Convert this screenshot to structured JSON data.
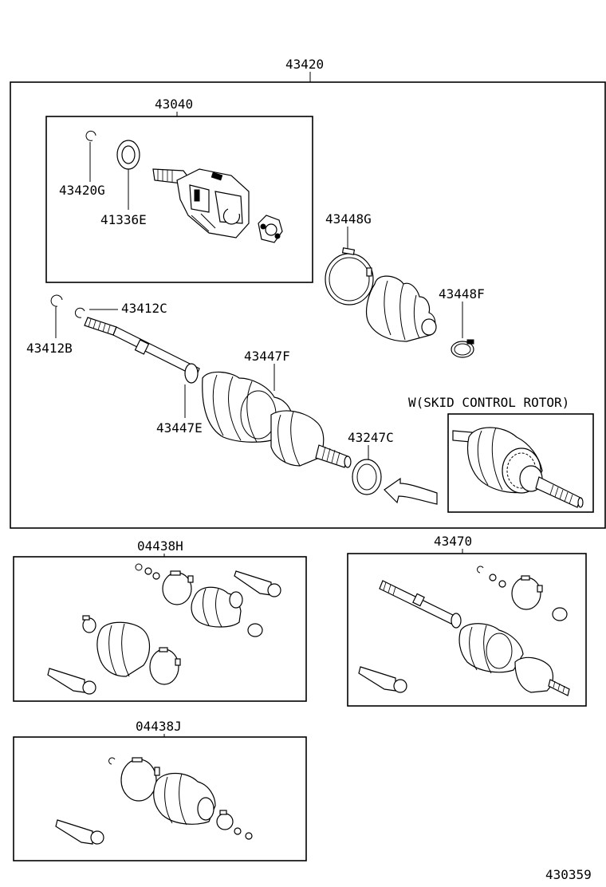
{
  "labels": {
    "assembly": "43420",
    "inboard_joint": "43040",
    "snap_ring_g": "43420G",
    "dust_deflector_e": "41336E",
    "boot_clamp_g": "43448G",
    "boot_clamp_f": "43448F",
    "snap_ring_c": "43412C",
    "snap_ring_b": "43412B",
    "boot_f": "43447F",
    "boot_e": "43447E",
    "deflector_c": "43247C",
    "skid_control_rotor": "W(SKID CONTROL ROTOR)",
    "boot_kit_h": "04438H",
    "shaft_assy": "43470",
    "boot_kit_j": "04438J",
    "figure_number": "430359"
  }
}
